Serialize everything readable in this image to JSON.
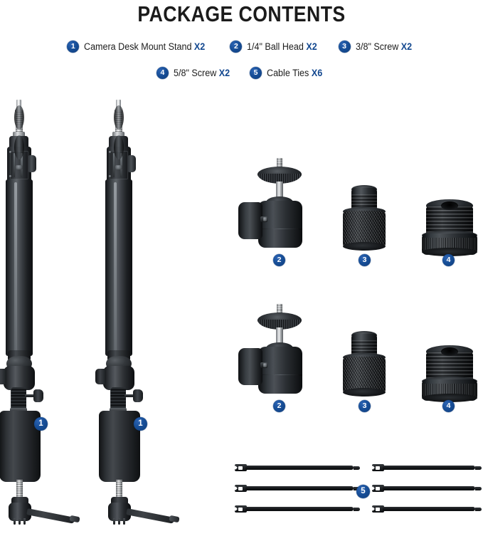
{
  "header": {
    "title": "PACKAGE CONTENTS"
  },
  "legend": {
    "row1": [
      {
        "number": "1",
        "label": "Camera Desk Mount Stand",
        "qty": "X2"
      },
      {
        "number": "2",
        "label": "1/4\" Ball Head",
        "qty": "X2"
      },
      {
        "number": "3",
        "label": "3/8\" Screw",
        "qty": "X2"
      }
    ],
    "row2": [
      {
        "number": "4",
        "label": "5/8\" Screw",
        "qty": "X2"
      },
      {
        "number": "5",
        "label": "Cable Ties",
        "qty": "X6"
      }
    ]
  },
  "badges": {
    "stand_left": "1",
    "stand_right": "1",
    "ballhead_row1": "2",
    "screw3_row1": "3",
    "screw4_row1": "4",
    "ballhead_row2": "2",
    "screw3_row2": "3",
    "screw4_row2": "4",
    "cable_ties": "5"
  },
  "colors": {
    "badge_blue": "#174e97",
    "qty_blue": "#12478f",
    "title_black": "#1b1b1b",
    "product_black": "#1a1d20",
    "metal_silver": "#d7dadd",
    "background": "#ffffff"
  },
  "products": {
    "stand": {
      "name": "Camera Desk Mount Stand",
      "count": 2
    },
    "ball_head": {
      "name": "1/4\" Ball Head",
      "count": 2
    },
    "screw_38": {
      "name": "3/8\" Screw",
      "count": 2
    },
    "screw_58": {
      "name": "5/8\" Screw",
      "count": 2
    },
    "cable_ties": {
      "name": "Cable Ties",
      "count": 6
    }
  }
}
